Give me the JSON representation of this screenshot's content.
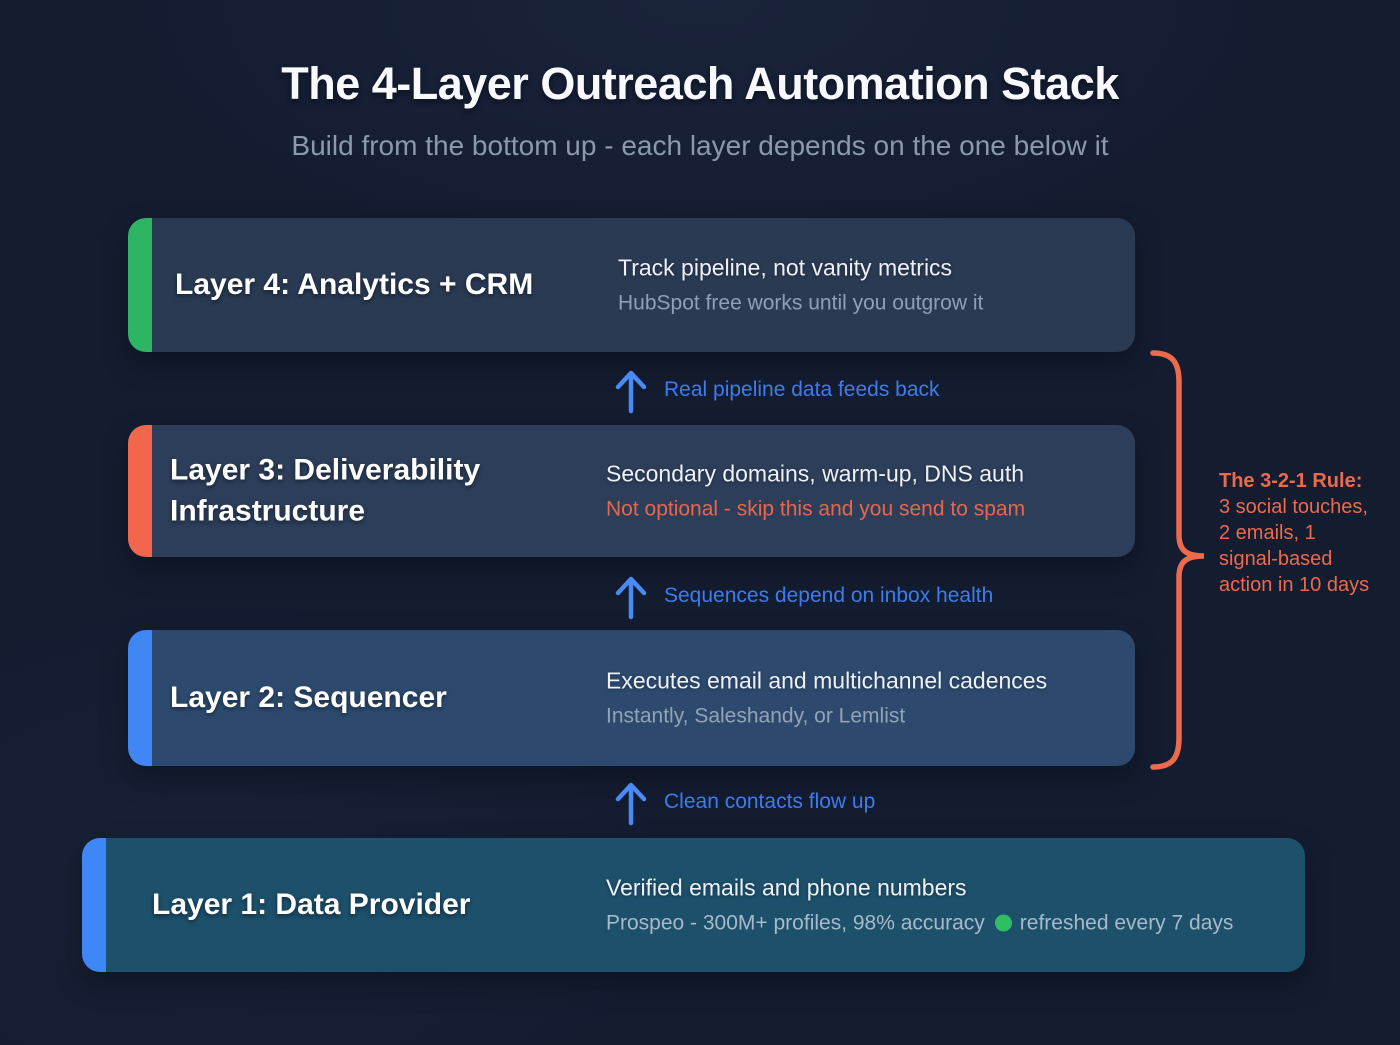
{
  "header": {
    "title": "The 4-Layer Outreach Automation Stack",
    "subtitle": "Build from the bottom up - each layer depends on the one below it"
  },
  "layers": [
    {
      "title": "Layer 4: Analytics + CRM",
      "desc_primary": "Track pipeline, not vanity metrics",
      "desc_secondary": "HubSpot free works until you outgrow it",
      "accent_color": "#2eb563",
      "bg_color": "#2a3a53"
    },
    {
      "title": "Layer 3: Deliverability Infrastructure",
      "desc_primary": "Secondary domains, warm-up, DNS auth",
      "desc_secondary": "Not optional - skip this and you send to spam",
      "accent_color": "#f2674b",
      "bg_color": "#2c3e59",
      "secondary_text_color": "#e8674b"
    },
    {
      "title": "Layer 2: Sequencer",
      "desc_primary": "Executes email and multichannel cadences",
      "desc_secondary": "Instantly, Saleshandy, or Lemlist",
      "accent_color": "#4186f5",
      "bg_color": "#2d4a6e"
    },
    {
      "title": "Layer 1: Data Provider",
      "desc_primary": "Verified emails and phone numbers",
      "desc_secondary_prefix": "Prospeo - 300M+ profiles, 98% accuracy",
      "desc_secondary_suffix": "refreshed every 7 days",
      "status_dot_color": "#2fbf62",
      "accent_color": "#3f86f6",
      "bg_color": "#1d506a"
    }
  ],
  "arrows": [
    {
      "label": "Real pipeline data feeds back"
    },
    {
      "label": "Sequences depend on inbox health"
    },
    {
      "label": "Clean contacts flow up"
    }
  ],
  "rule_note": {
    "bold": "The 3-2-1 Rule:",
    "text_a": "3 social touches,",
    "text_b": "2 emails, 1 signal-based action in 10 days",
    "color": "#ed6a4c"
  },
  "palette": {
    "background": "#141c30",
    "title_text": "#f7f9fc",
    "subtitle_text": "#8b99ae",
    "arrow_blue": "#4a8af5",
    "arrow_label_blue": "#3e7cee"
  }
}
